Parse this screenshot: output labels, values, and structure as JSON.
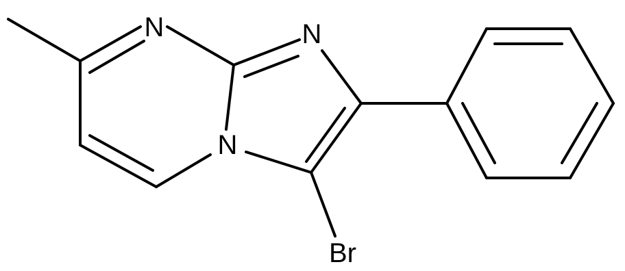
{
  "molecule": {
    "atoms": {
      "n_pyrimidine": "N",
      "n_imidazole": "N",
      "n_bridgehead": "N",
      "bromine": "Br"
    }
  },
  "colors": {
    "bond": "#000000",
    "label": "#000000",
    "background": "#ffffff"
  }
}
